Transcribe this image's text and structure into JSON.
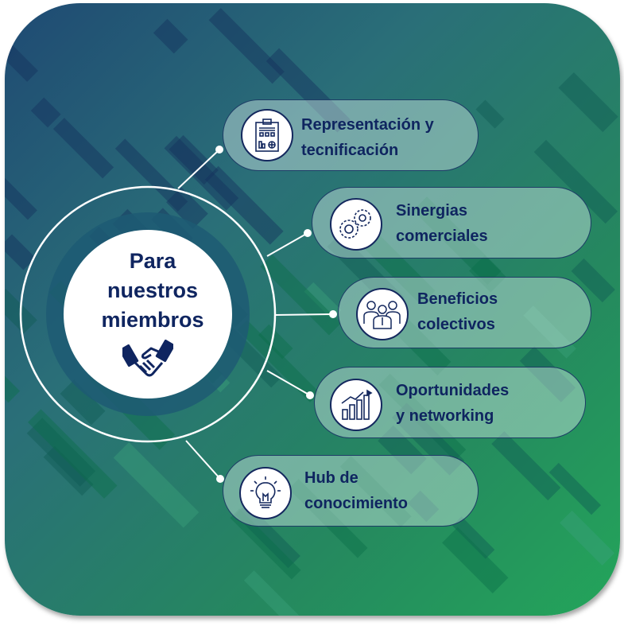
{
  "center": {
    "lines": [
      "Para",
      "nuestros",
      "miembros"
    ],
    "icon": "handshake-icon"
  },
  "items": [
    {
      "lines": [
        "Representación y",
        "tecnificación"
      ],
      "icon": "clipboard-report-icon"
    },
    {
      "lines": [
        "Sinergias",
        "comerciales"
      ],
      "icon": "gears-icon"
    },
    {
      "lines": [
        "Beneficios",
        "colectivos"
      ],
      "icon": "group-people-icon"
    },
    {
      "lines": [
        "Oportunidades",
        "y networking"
      ],
      "icon": "growth-chart-icon"
    },
    {
      "lines": [
        "Hub de",
        "conocimiento"
      ],
      "icon": "lightbulb-icon"
    }
  ],
  "colors": {
    "text": "#0f2560",
    "bg_start": "#1f4a73",
    "bg_end": "#23a55a"
  }
}
